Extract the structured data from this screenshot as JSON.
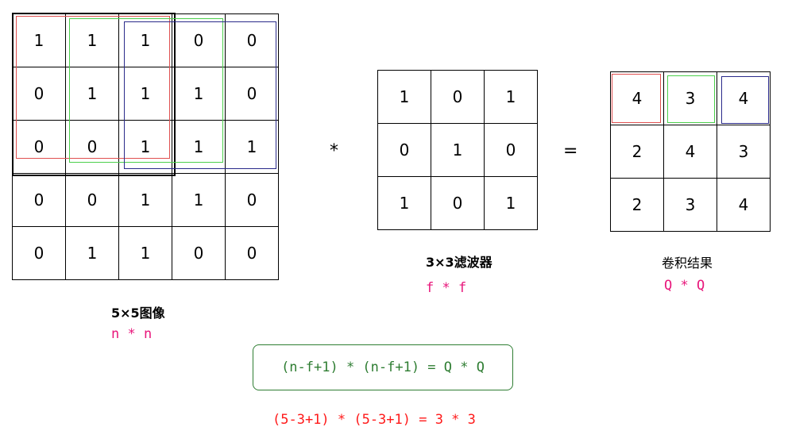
{
  "input": {
    "matrix": [
      [
        "1",
        "1",
        "1",
        "0",
        "0"
      ],
      [
        "0",
        "1",
        "1",
        "1",
        "0"
      ],
      [
        "0",
        "0",
        "1",
        "1",
        "1"
      ],
      [
        "0",
        "0",
        "1",
        "1",
        "0"
      ],
      [
        "0",
        "1",
        "1",
        "0",
        "0"
      ]
    ],
    "caption": "5×5图像",
    "size_expr": "n * n"
  },
  "operators": {
    "convolve": "*",
    "equals": "="
  },
  "filter": {
    "matrix": [
      [
        "1",
        "0",
        "1"
      ],
      [
        "0",
        "1",
        "0"
      ],
      [
        "1",
        "0",
        "1"
      ]
    ],
    "caption": "3×3滤波器",
    "size_expr": "f * f"
  },
  "result": {
    "matrix": [
      [
        "4",
        "3",
        "4"
      ],
      [
        "2",
        "4",
        "3"
      ],
      [
        "2",
        "3",
        "4"
      ]
    ],
    "caption": "卷积结果",
    "size_expr": "Q * Q"
  },
  "formula": {
    "general": "(n-f+1) * (n-f+1) = Q * Q",
    "example": "(5-3+1) * (5-3+1) = 3 * 3"
  },
  "colors": {
    "window_1": "#e05050",
    "window_2": "#4cd04c",
    "window_3": "#2a2a8a",
    "size_expr": "#e8157a",
    "general_formula": "#2e7d32",
    "example_formula": "#ff1a1a"
  }
}
